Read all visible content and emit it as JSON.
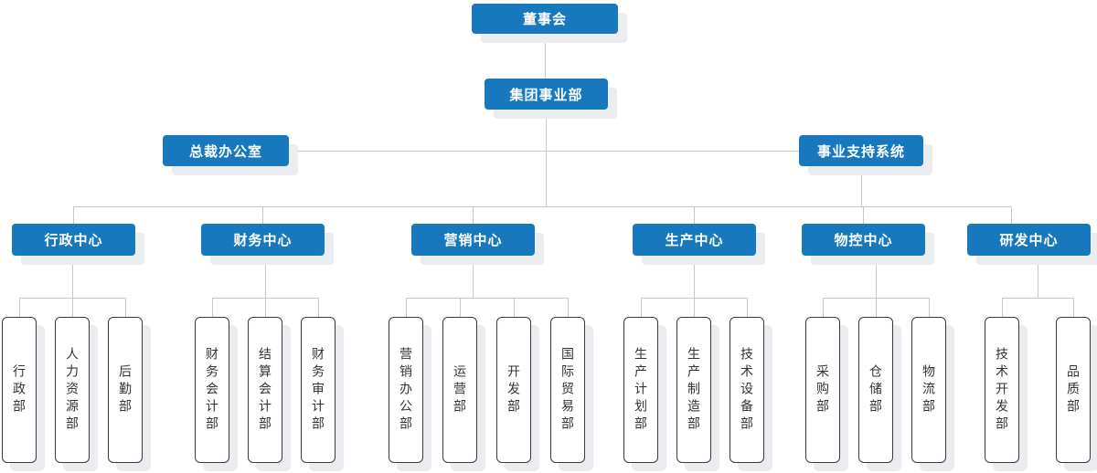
{
  "palette": {
    "node_blue": "#1778be",
    "connector_gray": "#c8c8c8",
    "leaf_border": "#3a3a3a",
    "shadow": "#eaecef"
  },
  "chart_data": {
    "type": "org-chart",
    "root": "董事会",
    "levels": [
      "董事会",
      "集团事业部",
      "总裁办公室 / 事业支持系统",
      "六大中心",
      "部门"
    ]
  },
  "org": {
    "board": "董事会",
    "division": "集团事业部",
    "president_office": "总裁办公室",
    "support_system": "事业支持系统",
    "centers": [
      {
        "label": "行政中心",
        "departments": [
          "行政部",
          "人力资源部",
          "后勤部"
        ]
      },
      {
        "label": "财务中心",
        "departments": [
          "财务会计部",
          "结算会计部",
          "财务审计部"
        ]
      },
      {
        "label": "营销中心",
        "departments": [
          "营销办公部",
          "运营部",
          "开发部",
          "国际贸易部"
        ]
      },
      {
        "label": "生产中心",
        "departments": [
          "生产计划部",
          "生产制造部",
          "技术设备部"
        ]
      },
      {
        "label": "物控中心",
        "departments": [
          "采购部",
          "仓储部",
          "物流部"
        ]
      },
      {
        "label": "研发中心",
        "departments": [
          "技术开发部",
          "品质部"
        ]
      }
    ]
  }
}
